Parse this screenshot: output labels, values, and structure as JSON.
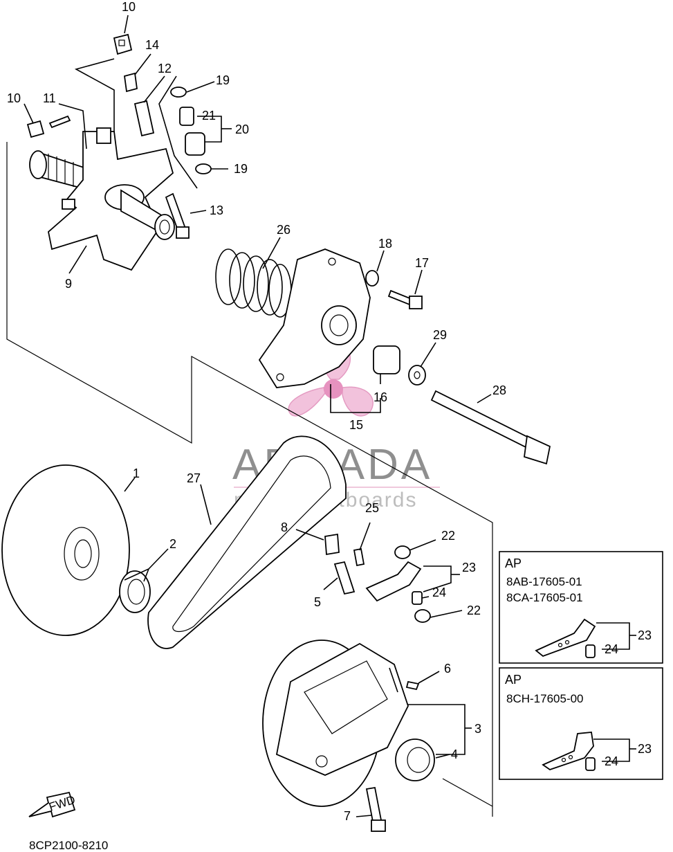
{
  "labels": {
    "p1": "1",
    "p2": "2",
    "p3": "3",
    "p4": "4",
    "p5": "5",
    "p6": "6",
    "p7": "7",
    "p8": "8",
    "p9": "9",
    "p10a": "10",
    "p10b": "10",
    "p11": "11",
    "p12": "12",
    "p13": "13",
    "p14": "14",
    "p15": "15",
    "p16": "16",
    "p17": "17",
    "p18": "18",
    "p19a": "19",
    "p19b": "19",
    "p20": "20",
    "p21": "21",
    "p22a": "22",
    "p22b": "22",
    "p23": "23",
    "p24": "24",
    "p25": "25",
    "p26": "26",
    "p27": "27",
    "p28": "28",
    "p29": "29"
  },
  "inset1": {
    "title": "AP",
    "code1": "8AB-17605-01",
    "code2": "8CA-17605-01",
    "l23": "23",
    "l24": "24"
  },
  "inset2": {
    "title": "AP",
    "code1": "8CH-17605-00",
    "l23": "23",
    "l24": "24"
  },
  "fwd": "FWD",
  "footer_code": "8CP2100-8210",
  "watermark": {
    "title": "ARMADA",
    "subtitle": "marine outboards",
    "color": "#e8a6c8"
  }
}
